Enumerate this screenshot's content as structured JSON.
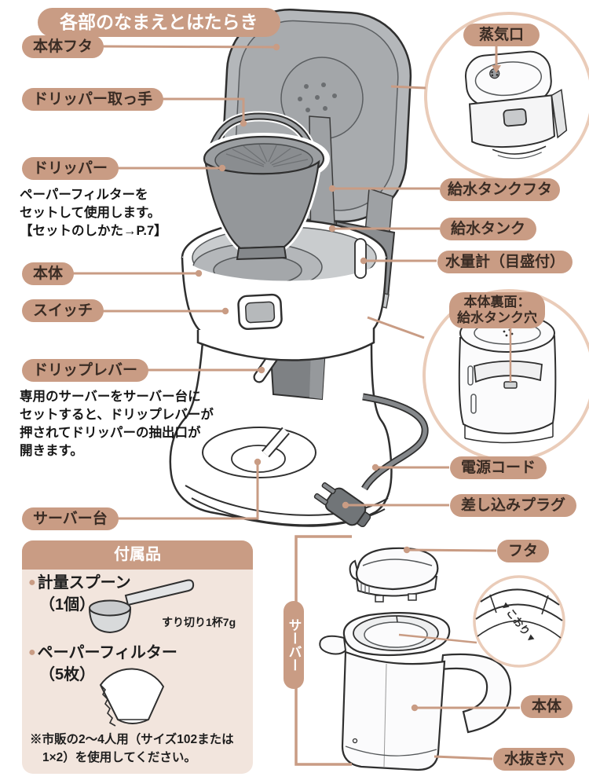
{
  "title": "各部のなまえとはたらき",
  "labels": {
    "body_lid": "本体フタ",
    "dripper_handle": "ドリッパー取っ手",
    "dripper": "ドリッパー",
    "body": "本体",
    "switch": "スイッチ",
    "drip_lever": "ドリップレバー",
    "server_stand": "サーバー台",
    "steam_vent": "蒸気口",
    "tank_lid": "給水タンクフタ",
    "tank": "給水タンク",
    "water_gauge": "水量計（目盛付）",
    "body_back_line1": "本体裏面：",
    "body_back_line2": "給水タンク穴",
    "power_cord": "電源コード",
    "plug": "差し込みプラグ",
    "server_vertical": "サーバー",
    "server_lid": "フタ",
    "server_body": "本体",
    "drain_hole": "水抜き穴",
    "ice_mark": "▼こおり▼"
  },
  "notes": {
    "dripper_note_l1": "ペーパーフィルターを",
    "dripper_note_l2": "セットして使用します。",
    "dripper_note_l3": "【セットのしかた→P.7】",
    "lever_note_l1": "専用のサーバーをサーバー台に",
    "lever_note_l2": "セットすると、ドリップレバーが",
    "lever_note_l3": "押されてドリッパーの抽出口が",
    "lever_note_l4": "開きます。"
  },
  "accessories": {
    "header": "付属品",
    "item1_name": "計量スプーン",
    "item1_qty": "（1個）",
    "item1_note": "すり切り1杯7g",
    "item2_name": "ペーパーフィルター",
    "item2_qty": "（5枚）",
    "footnote_l1": "※市販の2～4人用（サイズ102または",
    "footnote_l2": "1×2）を使用してください。"
  },
  "colors": {
    "pill": "#c99c84",
    "pill_text": "#3a2c24",
    "inset_ring": "#eaccb9",
    "box_bg": "#f2e5dd",
    "line_art": "#2f2f2f"
  }
}
